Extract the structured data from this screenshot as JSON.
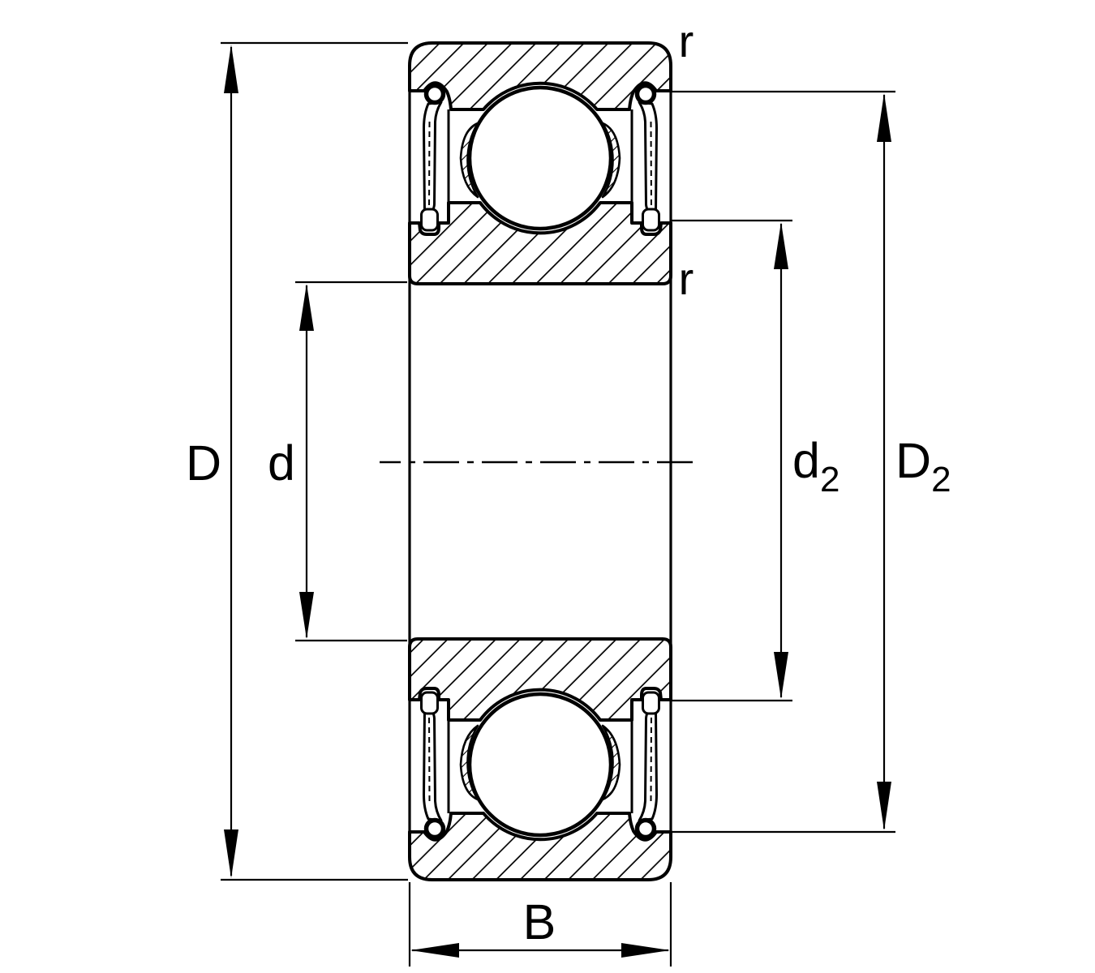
{
  "figure": {
    "description": "Sectional technical drawing of a sealed deep groove ball bearing with dimension callouts"
  },
  "colors": {
    "ink": "#000000",
    "paper": "#ffffff"
  },
  "dimensions": {
    "outer_diameter_label": "D",
    "bore_diameter_label": "d",
    "inner_shoulder_label_base": "d",
    "inner_shoulder_label_sub": "2",
    "outer_shoulder_label_base": "D",
    "outer_shoulder_label_sub": "2",
    "width_label": "B",
    "chamfer_label_top": "r",
    "chamfer_label_inner": "r"
  }
}
